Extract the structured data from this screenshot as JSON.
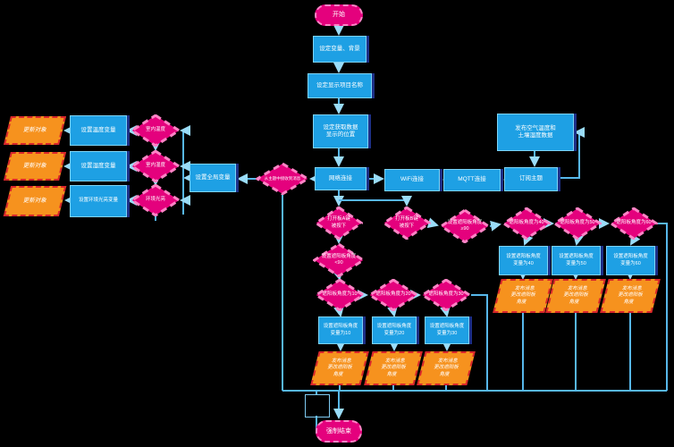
{
  "colors": {
    "shape_pink": "#e4017d",
    "shape_blue": "#1ea0e4",
    "shape_orange": "#f6921e",
    "blue_shadow": "#1d2f87",
    "pink_border": "#ff84c6",
    "orange_border": "#d9262b",
    "connector": "#57b7ea",
    "background": "#000000"
  },
  "nodes": {
    "start": {
      "label": "开始"
    },
    "set_vars": {
      "label": "设定变量、背景"
    },
    "set_title": {
      "label": "设定显示项目名称"
    },
    "set_data_pos": {
      "label": "设定获取数据\n显示的位置"
    },
    "net_connect": {
      "label": "网络连接"
    },
    "wifi": {
      "label": "WiFi连接"
    },
    "mqtt": {
      "label": "MQTT连接"
    },
    "subscribe": {
      "label": "订阅主题"
    },
    "publish_sensor": {
      "label": "发布空气温度和\n土壤湿度数据"
    },
    "update_obj_1": {
      "label": "更新对象"
    },
    "update_obj_2": {
      "label": "更新对象"
    },
    "update_obj_3": {
      "label": "更新对象"
    },
    "set_temp": {
      "label": "设置温度变量"
    },
    "set_humi": {
      "label": "设置湿度变量"
    },
    "set_light": {
      "label": "设置环境光亮变量"
    },
    "indoor_temp": {
      "label": "室内温度"
    },
    "indoor_humi": {
      "label": "室内湿度"
    },
    "ambient_light": {
      "label": "环境光亮"
    },
    "set_globals": {
      "label": "设置全局变量"
    },
    "msg_received": {
      "label": "从主题中接收到消息"
    },
    "btn_a": {
      "label": "打开板A键\n被按下"
    },
    "btn_b": {
      "label": "打开板B键\n被按下"
    },
    "angle_lt90": {
      "label": "设置遮阳板角度\n<90"
    },
    "angle_ge90": {
      "label": "设置遮阳板角度\n≥90"
    },
    "angle_10": {
      "label": "遮阳板角度为10"
    },
    "angle_20": {
      "label": "遮阳板角度为20"
    },
    "angle_30": {
      "label": "遮阳板角度为30"
    },
    "angle_40": {
      "label": "遮阳板角度为40"
    },
    "angle_50": {
      "label": "遮阳板角度为50"
    },
    "angle_60": {
      "label": "遮阳板角度为60"
    },
    "set_angle_10": {
      "label": "设置遮阳板角度\n变量为10"
    },
    "set_angle_20": {
      "label": "设置遮阳板角度\n变量为20"
    },
    "set_angle_30": {
      "label": "设置遮阳板角度\n变量为30"
    },
    "set_angle_40": {
      "label": "设置遮阳板角度\n变量为40"
    },
    "set_angle_50": {
      "label": "设置遮阳板角度\n变量为50"
    },
    "set_angle_60": {
      "label": "设置遮阳板角度\n变量为60"
    },
    "pub_1": {
      "label": "发布消息\n更改遮阳板\n角度"
    },
    "pub_2": {
      "label": "发布消息\n更改遮阳板\n角度"
    },
    "pub_3": {
      "label": "发布消息\n更改遮阳板\n角度"
    },
    "pub_4": {
      "label": "发布消息\n更改遮阳板\n角度"
    },
    "pub_5": {
      "label": "发布消息\n更改遮阳板\n角度"
    },
    "pub_6": {
      "label": "发布消息\n更改遮阳板\n角度"
    },
    "end": {
      "label": "强制结束"
    }
  }
}
